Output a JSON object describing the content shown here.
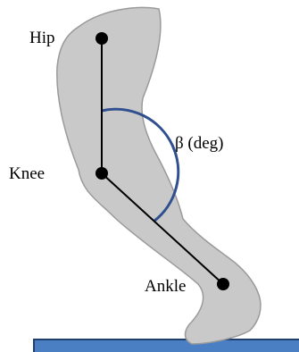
{
  "labels": {
    "hip": "Hip",
    "knee": "Knee",
    "ankle": "Ankle",
    "angle": "β (deg)"
  },
  "colors": {
    "leg_fill": "#c9c9c9",
    "leg_stroke": "#9a9a9a",
    "segment": "#000000",
    "joint": "#000000",
    "angle_arc": "#2f4f8f",
    "floor_fill": "#4a7fc4",
    "floor_stroke": "#1f3f6f"
  }
}
